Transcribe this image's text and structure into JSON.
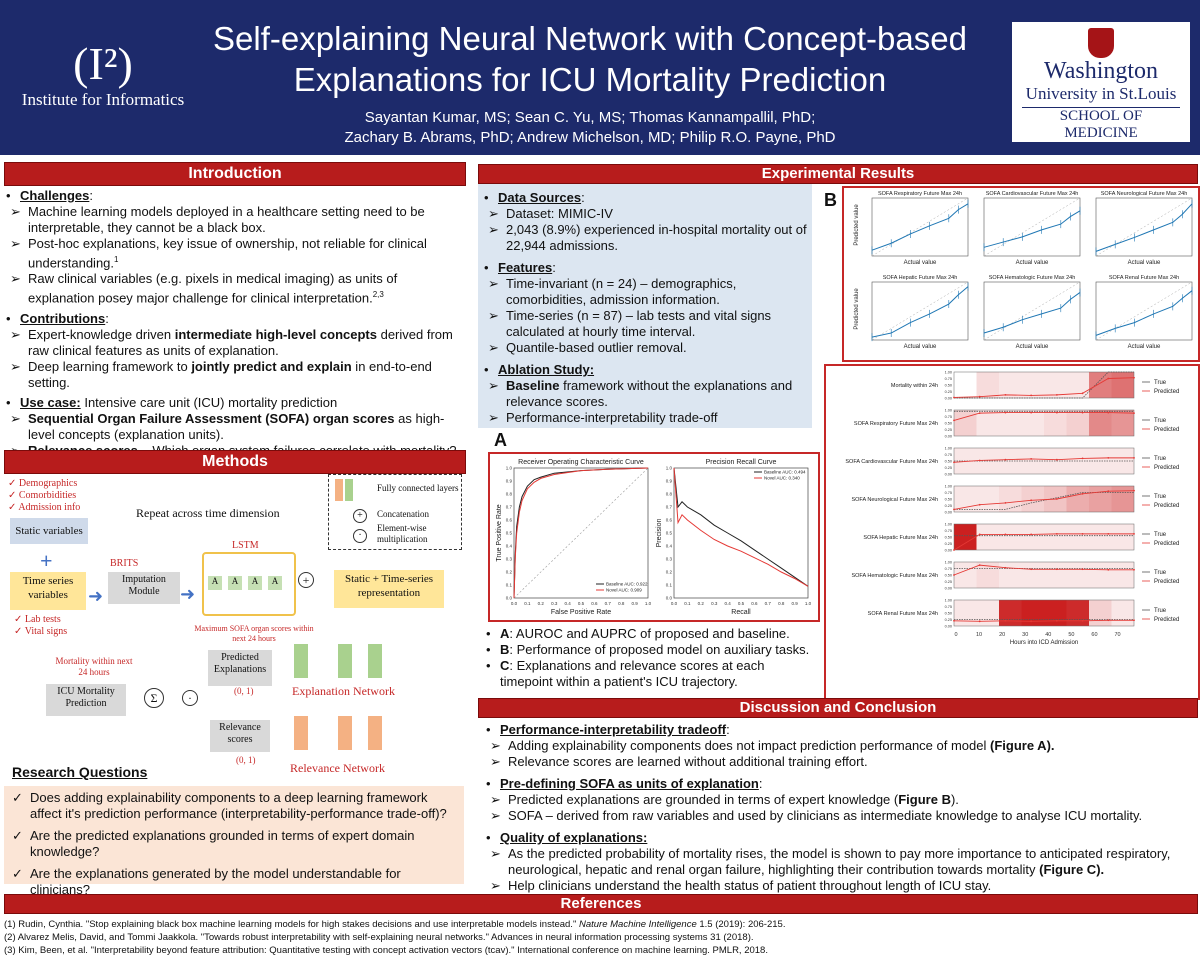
{
  "header": {
    "title_line1": "Self-explaining Neural Network with Concept-based",
    "title_line2": "Explanations for ICU Mortality Prediction",
    "authors_line1": "Sayantan Kumar, MS;  Sean C. Yu, MS; Thomas Kannampallil, PhD;",
    "authors_line2": "Zachary B. Abrams, PhD; Andrew Michelson, MD; Philip R.O. Payne, PhD",
    "logo_left_mark": "(I²)",
    "logo_left_sub": "Institute for Informatics",
    "logo_right_line1": "Washington",
    "logo_right_line2": "University in St.Louis",
    "logo_right_line3": "SCHOOL OF MEDICINE"
  },
  "sections": {
    "introduction": "Introduction",
    "methods": "Methods",
    "results": "Experimental Results",
    "discussion": "Discussion and Conclusion",
    "references": "References"
  },
  "intro": {
    "challenges_label": "Challenges",
    "challenges": [
      "Machine learning models deployed in a healthcare setting need to be interpretable, they cannot be a black box.",
      "Post-hoc explanations, key issue of ownership, not reliable for clinical understanding.",
      "Raw clinical variables (e.g. pixels in medical imaging) as units of explanation posey major challenge for clinical interpretation."
    ],
    "challenges_sup": [
      "",
      "1",
      "2,3"
    ],
    "contributions_label": "Contributions",
    "contrib1_a": "Expert-knowledge driven ",
    "contrib1_b": "intermediate high-level concepts",
    "contrib1_c": " derived from raw clinical features as units of explanation.",
    "contrib2_a": "Deep learning framework to ",
    "contrib2_b": "jointly predict and explain",
    "contrib2_c": " in end-to-end setting.",
    "usecase_label": "Use case:",
    "usecase_text": " Intensive care unit (ICU) mortality prediction",
    "usecase1_b": "Sequential Organ Failure Assessment (SOFA) organ scores",
    "usecase1_c": " as high-level concepts (explanation units).",
    "usecase2_b": "Relevance scores",
    "usecase2_c": " – Which organ system failures correlate with mortality?"
  },
  "methods": {
    "demographics": "Demographics",
    "comorbidities": "Comorbidities",
    "admission": "Admission info",
    "static_vars": "Static variables",
    "ts_vars": "Time series variables",
    "lab_tests": "Lab tests",
    "vital_signs": "Vital signs",
    "repeat": "Repeat across time dimension",
    "brits": "BRITS",
    "imputation": "Imputation Module",
    "lstm": "LSTM",
    "static_ts": "Static + Time-series representation",
    "legend_fc": "Fully connected layers",
    "legend_concat": "Concatenation",
    "legend_mult": "Element-wise multiplication",
    "max_sofa": "Maximum SOFA organ scores within next 24 hours",
    "mortality_next": "Mortality within next 24 hours",
    "predicted_expl": "Predicted Explanations",
    "range1": "(0, 1)",
    "expl_network": "Explanation Network",
    "icu_pred": "ICU Mortality Prediction",
    "relevance_scores": "Relevance scores",
    "range2": "(0, 1)",
    "relevance_network": "Relevance Network",
    "sigma": "Σ",
    "dot": "·",
    "plus": "+",
    "lstm_cell": "A"
  },
  "research": {
    "label": "Research Questions",
    "items": [
      "Does adding explainability components to a deep learning framework affect it's prediction performance (interpretability-performance trade-off)?",
      "Are the predicted explanations grounded in terms of expert domain knowledge?",
      "Are the explanations generated by the model understandable for clinicians?"
    ]
  },
  "results": {
    "data_label": "Data Sources",
    "data1": "Dataset: MIMIC-IV",
    "data2": "2,043 (8.9%) experienced in-hospital mortality out of 22,944 admissions.",
    "features_label": "Features",
    "feat1": "Time-invariant (n = 24) – demographics, comorbidities, admission information.",
    "feat2": "Time-series (n = 87) – lab tests and vital signs calculated at hourly time interval.",
    "feat3": "Quantile-based outlier removal.",
    "ablation_label": "Ablation Study:",
    "abl1_b": "Baseline",
    "abl1_c": " framework without the explanations and relevance scores.",
    "abl2": "Performance-interpretability trade-off",
    "panel_a": "A",
    "panel_b": "B",
    "panel_c": "C",
    "caption_a_b": "A",
    "caption_a": ": AUROC and AUPRC of proposed and baseline.",
    "caption_b_b": "B",
    "caption_b": ": Performance of proposed model on auxiliary tasks.",
    "caption_c_b": "C",
    "caption_c": ": Explanations and relevance scores at each timepoint within a patient's ICU trajectory."
  },
  "chart_data": [
    {
      "type": "line",
      "title": "Receiver Operating Characteristic Curve",
      "xlabel": "False Positive Rate",
      "ylabel": "True Positive Rate",
      "xlim": [
        0,
        1
      ],
      "ylim": [
        0,
        1
      ],
      "ticks": [
        "0.0",
        "0.1",
        "0.2",
        "0.3",
        "0.4",
        "0.5",
        "0.6",
        "0.7",
        "0.8",
        "0.9",
        "1.0"
      ],
      "legend": [
        "Baseline AUC: 0.922",
        "Novel AUC: 0.909"
      ],
      "series": [
        {
          "name": "Baseline AUC: 0.922",
          "x": [
            0,
            0.01,
            0.02,
            0.04,
            0.06,
            0.1,
            0.15,
            0.2,
            0.3,
            0.5,
            0.7,
            1
          ],
          "y": [
            0,
            0.35,
            0.55,
            0.7,
            0.78,
            0.86,
            0.91,
            0.93,
            0.96,
            0.98,
            0.99,
            1
          ]
        },
        {
          "name": "Novel AUC: 0.909",
          "x": [
            0,
            0.01,
            0.02,
            0.04,
            0.06,
            0.1,
            0.15,
            0.2,
            0.3,
            0.5,
            0.7,
            1
          ],
          "y": [
            0,
            0.32,
            0.5,
            0.66,
            0.75,
            0.84,
            0.89,
            0.92,
            0.95,
            0.98,
            0.99,
            1
          ]
        }
      ]
    },
    {
      "type": "line",
      "title": "Precision Recall Curve",
      "xlabel": "Recall",
      "ylabel": "Precision",
      "xlim": [
        0,
        1
      ],
      "ylim": [
        0,
        1
      ],
      "ticks": [
        "0.0",
        "0.1",
        "0.2",
        "0.3",
        "0.4",
        "0.5",
        "0.6",
        "0.7",
        "0.8",
        "0.9",
        "1.0"
      ],
      "legend": [
        "Baseline AUC: 0.494",
        "Novel AUC: 0.340"
      ],
      "series": [
        {
          "name": "Baseline AUC: 0.494",
          "x": [
            0,
            0.03,
            0.06,
            0.1,
            0.2,
            0.3,
            0.4,
            0.5,
            0.6,
            0.7,
            0.8,
            0.9,
            1
          ],
          "y": [
            1,
            0.7,
            0.74,
            0.7,
            0.64,
            0.56,
            0.5,
            0.44,
            0.37,
            0.3,
            0.23,
            0.16,
            0.09
          ]
        },
        {
          "name": "Novel AUC: 0.340",
          "x": [
            0,
            0.03,
            0.06,
            0.1,
            0.2,
            0.3,
            0.4,
            0.5,
            0.6,
            0.7,
            0.8,
            0.9,
            1
          ],
          "y": [
            1,
            0.58,
            0.64,
            0.6,
            0.52,
            0.45,
            0.4,
            0.36,
            0.31,
            0.26,
            0.2,
            0.15,
            0.09
          ]
        }
      ]
    },
    {
      "type": "line",
      "panel": "B",
      "xlabel": "Actual value",
      "ylabel": "Predicted value",
      "subplots": [
        {
          "title": "SOFA Respiratory Future Max 24h",
          "y": [
            0.1,
            0.22,
            0.38,
            0.52,
            0.65,
            0.8,
            0.9
          ]
        },
        {
          "title": "SOFA Cardiovascular Future Max 24h",
          "y": [
            0.15,
            0.24,
            0.33,
            0.45,
            0.55,
            0.68,
            0.78
          ]
        },
        {
          "title": "SOFA Neurological Future Max 24h",
          "y": [
            0.08,
            0.2,
            0.32,
            0.45,
            0.58,
            0.72,
            0.9
          ]
        },
        {
          "title": "SOFA Hepatic Future Max 24h",
          "y": [
            0.05,
            0.12,
            0.3,
            0.45,
            0.62,
            0.78,
            0.92
          ]
        },
        {
          "title": "SOFA Hematologic Future Max 24h",
          "y": [
            0.12,
            0.22,
            0.35,
            0.45,
            0.55,
            0.7,
            0.82
          ]
        },
        {
          "title": "SOFA Renal Future Max 24h",
          "y": [
            0.08,
            0.2,
            0.3,
            0.45,
            0.58,
            0.72,
            0.85
          ]
        }
      ],
      "x": [
        0,
        0.2,
        0.4,
        0.6,
        0.8,
        0.9,
        1.0
      ]
    },
    {
      "type": "line",
      "panel": "C",
      "xlabel": "Hours into ICD Admission",
      "xticks": [
        "0",
        "10",
        "20",
        "30",
        "40",
        "50",
        "60",
        "70"
      ],
      "legend": [
        "True",
        "Predicted"
      ],
      "rows": [
        {
          "label": "Mortality within 24h",
          "true": [
            0,
            0,
            0,
            0,
            0,
            0,
            1,
            1
          ],
          "pred": [
            0.02,
            0.05,
            0.12,
            0.1,
            0.12,
            0.18,
            0.75,
            0.78
          ]
        },
        {
          "label": "SOFA Respiratory Future Max 24h",
          "true": [
            0.95,
            0.95,
            0.95,
            0.95,
            0.95,
            0.95,
            0.95,
            0.95
          ],
          "pred": [
            0.6,
            0.88,
            0.9,
            0.9,
            0.9,
            0.9,
            0.9,
            0.88
          ]
        },
        {
          "label": "SOFA Cardiovascular Future Max 24h",
          "true": [
            0.5,
            0.5,
            0.5,
            0.5,
            0.5,
            0.5,
            0.5,
            0.5
          ],
          "pred": [
            0.45,
            0.52,
            0.55,
            0.58,
            0.55,
            0.6,
            0.62,
            0.62
          ]
        },
        {
          "label": "SOFA Neurological Future Max 24h",
          "true": [
            0.1,
            0.1,
            0.1,
            0.35,
            0.55,
            0.75,
            0.75,
            0.75
          ],
          "pred": [
            0.1,
            0.28,
            0.35,
            0.45,
            0.5,
            0.7,
            0.8,
            0.82
          ]
        },
        {
          "label": "SOFA Hepatic Future Max 24h",
          "true": [
            0.55,
            0.55,
            0.55,
            0.55,
            0.55,
            0.55,
            0.55,
            0.55
          ],
          "pred": [
            0.0,
            0.6,
            0.6,
            0.6,
            0.62,
            0.62,
            0.62,
            0.62
          ]
        },
        {
          "label": "SOFA Hematologic Future Max 24h",
          "true": [
            0.75,
            0.75,
            0.75,
            0.75,
            0.75,
            0.75,
            0.75,
            0.75
          ],
          "pred": [
            0.5,
            0.88,
            0.78,
            0.72,
            0.72,
            0.72,
            0.7,
            0.7
          ]
        },
        {
          "label": "SOFA Renal Future Max 24h",
          "true": [
            0.25,
            0.25,
            0.25,
            0.25,
            0.25,
            0.25,
            0.25,
            0.25
          ],
          "pred": [
            0.2,
            0.18,
            0.2,
            0.18,
            0.2,
            0.2,
            0.22,
            0.22
          ]
        }
      ],
      "yticks": [
        "0.00",
        "0.25",
        "0.50",
        "0.75",
        "1.00"
      ]
    }
  ],
  "discussion": {
    "perf_label": "Performance-interpretability tradeoff",
    "perf1_a": "Adding explainability components does not impact prediction performance of model ",
    "perf1_b": "(Figure A).",
    "perf2": "Relevance scores are learned without additional training effort.",
    "predef_label": "Pre-defining SOFA as units of explanation",
    "predef1_a": "Predicted explanations are grounded in terms of expert knowledge (",
    "predef1_b": "Figure B",
    "predef1_c": ").",
    "predef2": "SOFA – derived from raw variables and used by clinicians as intermediate knowledge to analyse ICU mortality.",
    "quality_label": "Quality of explanations:",
    "quality1_a": "As the predicted probability of mortality rises, the model is shown to pay more importance to anticipated respiratory, neurological, hepatic and renal organ failure, highlighting their contribution towards mortality ",
    "quality1_b": "(Figure C).",
    "quality2": "Help clinicians understand the health status of patient throughout length of ICU stay."
  },
  "references": [
    {
      "a": "(1) Rudin, Cynthia. \"Stop explaining black box machine learning models for high stakes decisions and use interpretable models instead.\" ",
      "i": "Nature Machine Intelligence",
      "c": " 1.5 (2019): 206-215."
    },
    {
      "a": "(2) Alvarez Melis, David, and Tommi Jaakkola. \"Towards robust interpretability with self-explaining neural networks.\" Advances in neural information processing systems 31 (2018).",
      "i": "",
      "c": ""
    },
    {
      "a": "(3) Kim, Been, et al. \"Interpretability beyond feature attribution: Quantitative testing with concept activation vectors (tcav).\" International conference on machine learning. PMLR, 2018.",
      "i": "",
      "c": ""
    }
  ],
  "colors": {
    "header": "#1d2a6b",
    "section": "#b71c1c",
    "baseline": "#222222",
    "novel": "#e53935",
    "true": "#555555",
    "predicted": "#e53935"
  }
}
